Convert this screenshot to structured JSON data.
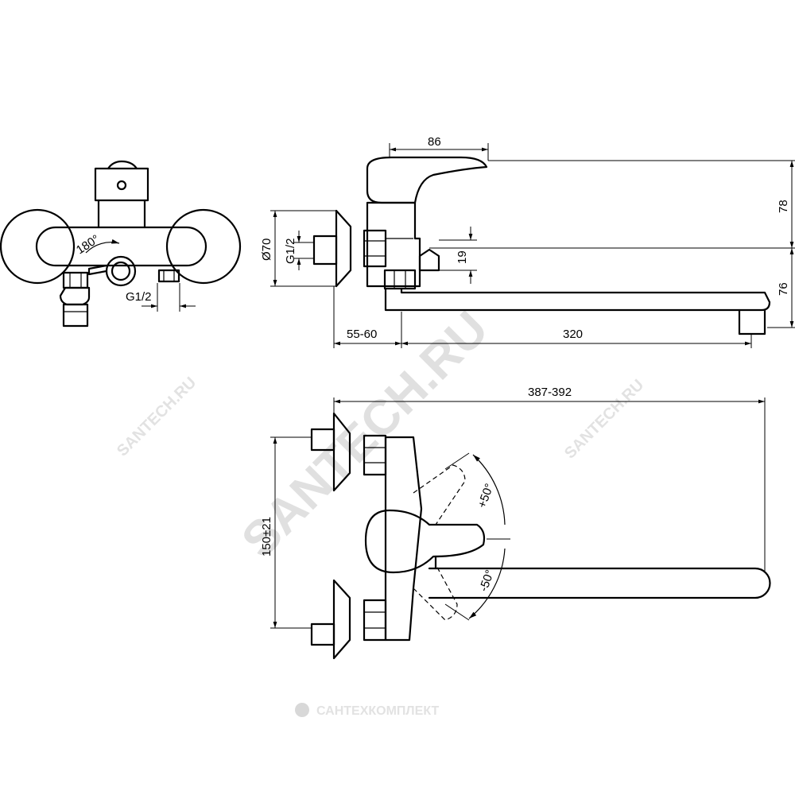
{
  "watermarks": {
    "main": "SANTECH.RU",
    "left": "SANTECH.RU",
    "right": "SANTECH.RU",
    "footer": "САНТЕХКОМПЛЕКТ"
  },
  "dimensions": {
    "front_rotation": "180°",
    "front_g12": "G1/2",
    "side_top_width": "86",
    "side_diameter": "Ø70",
    "side_g12": "G1/2",
    "side_19": "19",
    "side_78": "78",
    "side_76": "76",
    "side_55_60": "55-60",
    "side_320": "320",
    "top_387_392": "387-392",
    "top_150": "150±21",
    "top_plus50": "+50°",
    "top_minus50": "-50°"
  }
}
